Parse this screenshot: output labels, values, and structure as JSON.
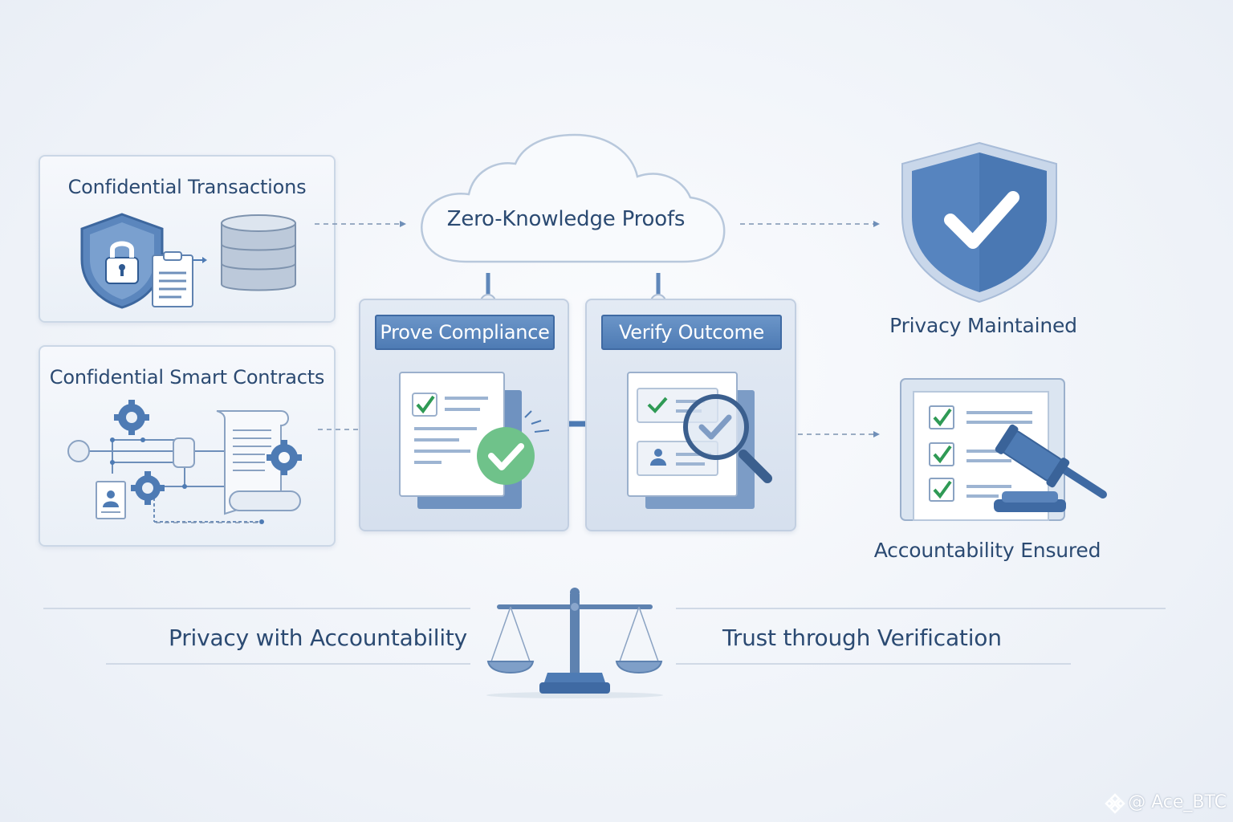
{
  "cards": {
    "transactions_title": "Confidential Transactions",
    "contracts_title": "Confidential Smart Contracts"
  },
  "cloud": {
    "label": "Zero-Knowledge Proofs"
  },
  "panels": {
    "prove_label": "Prove Compliance",
    "verify_label": "Verify Outcome"
  },
  "outcomes": {
    "privacy_label": "Privacy Maintained",
    "accountability_label": "Accountability Ensured"
  },
  "footer": {
    "left_label": "Privacy with Accountability",
    "right_label": "Trust through Verification"
  },
  "watermark": {
    "text": "@ Ace_BTC"
  },
  "colors": {
    "primary_blue": "#4e7bb4",
    "check_green": "#2f9a55",
    "badge_green": "#6fc28a",
    "text_navy": "#2b4a72"
  }
}
